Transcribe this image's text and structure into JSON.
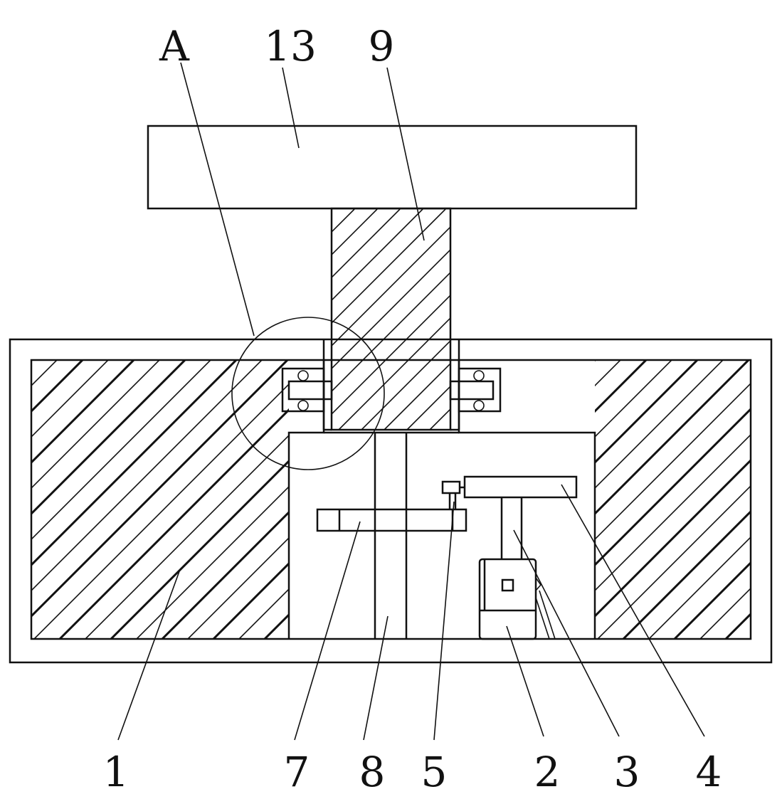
{
  "diagram": {
    "top_labels": [
      "A",
      "13",
      "9"
    ],
    "bottom_labels": [
      "1",
      "7",
      "8",
      "5",
      "2",
      "3",
      "4"
    ]
  }
}
